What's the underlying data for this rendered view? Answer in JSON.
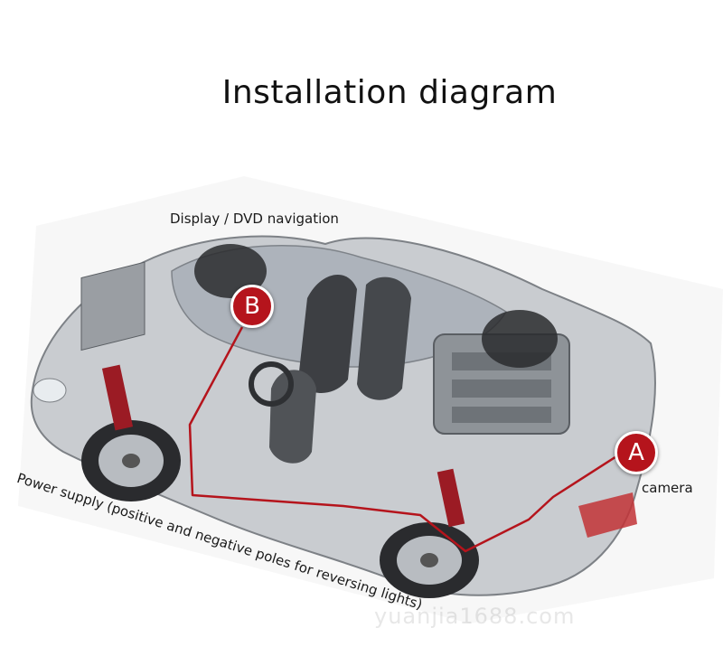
{
  "title": "Installation diagram",
  "labels": {
    "display": "Display / DVD navigation",
    "camera": "camera",
    "power": "Power supply (positive and negative poles for reversing lights)"
  },
  "markers": {
    "a": "A",
    "b": "B"
  },
  "watermark": "yuanjia1688.com",
  "colors": {
    "marker": "#b5141c",
    "wire": "#b5141c",
    "car_body": "#c9ccd0"
  }
}
